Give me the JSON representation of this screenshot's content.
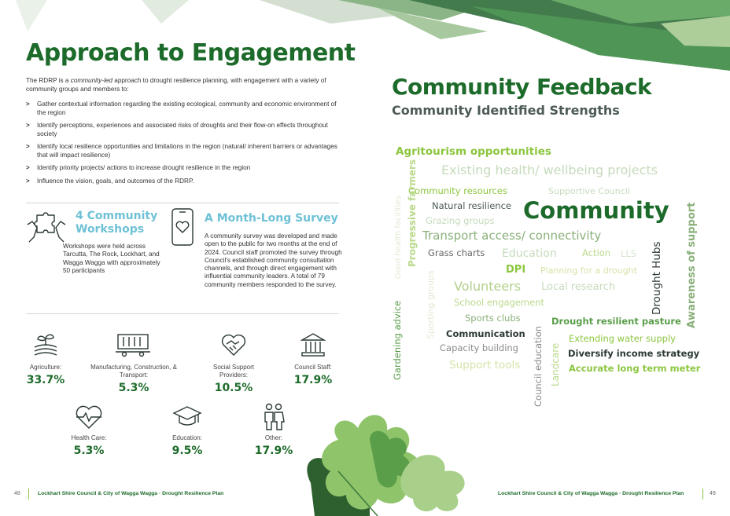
{
  "left_page": {
    "title": "Approach to Engagement",
    "intro_before": "The RDRP is a ",
    "intro_em": "community-led",
    "intro_after": " approach to drought resilience planning, with engagement with a variety of community groups and members to:",
    "bullets": [
      "Gather contextual information regarding the existing ecological, community and economic environment of the region",
      "Identify perceptions, experiences and associated risks of droughts and their flow-on effects throughout society",
      "Identify local resilience opportunities and limitations in the region (natural/ inherent barriers or advantages that will impact resilience)",
      "Identify priority projects/ actions to increase drought resilience in the region",
      "Influence the vision, goals, and outcomes of the RDRP."
    ],
    "workshops": {
      "title_line1": "4 Community",
      "title_line2": "Workshops",
      "text": "Workshops were held across Tarcutta, The Rock, Lockhart, and Wagga Wagga with approximately 50 participants"
    },
    "survey": {
      "title": "A Month-Long Survey",
      "text": "A community survey was developed and made open to the public for two months at the end of 2024. Council staff promoted the survey through Council's established community consultation channels, and through direct engagement with influential community leaders. A total of 79 community members responded to the survey."
    },
    "stats": [
      {
        "label": "Agriculture:",
        "value": "33.7%",
        "icon": "plant-icon"
      },
      {
        "label": "Manufacturing, Construction, & Transport:",
        "value": "5.3%",
        "icon": "rail-wagon-icon"
      },
      {
        "label": "Social Support Providers:",
        "value": "10.5%",
        "icon": "handshake-heart-icon"
      },
      {
        "label": "Council Staff:",
        "value": "17.9%",
        "icon": "government-building-icon"
      },
      {
        "label": "Health Care:",
        "value": "5.3%",
        "icon": "heartbeat-icon"
      },
      {
        "label": "Education:",
        "value": "9.5%",
        "icon": "graduation-cap-icon"
      },
      {
        "label": "Other:",
        "value": "17.9%",
        "icon": "people-icon"
      }
    ],
    "footer": "Lockhart Shire Council & City of Wagga Wagga · Drought Resilience Plan",
    "page_number": "48"
  },
  "right_page": {
    "title": "Community Feedback",
    "subtitle": "Community Identified Strengths",
    "word_cloud": [
      "Agritourism opportunities",
      "Existing health/ wellbeing projects",
      "Community resources",
      "Supportive Council",
      "Natural resilience",
      "Community",
      "Grazing groups",
      "Transport access/ connectivity",
      "Grass charts",
      "Education",
      "Action",
      "LLS",
      "DPI",
      "Planning for a drought",
      "Volunteers",
      "Local research",
      "School engagement",
      "Sports clubs",
      "Drought resilient pasture",
      "Communication",
      "Extending water supply",
      "Capacity building",
      "Diversify income strategy",
      "Support tools",
      "Accurate long term meter",
      "Good health facilities",
      "Progressive farmers",
      "Sporting groups",
      "Gardening advice",
      "Council education",
      "Landcare",
      "Drought Hubs",
      "Awareness of support"
    ],
    "footer": "Lockhart Shire Council & City of Wagga Wagga · Drought Resilience Plan",
    "page_number": "49"
  },
  "colors": {
    "brand_green": "#1d6b2a",
    "light_green": "#8cc63f",
    "blue_accent": "#6ec1d6"
  }
}
